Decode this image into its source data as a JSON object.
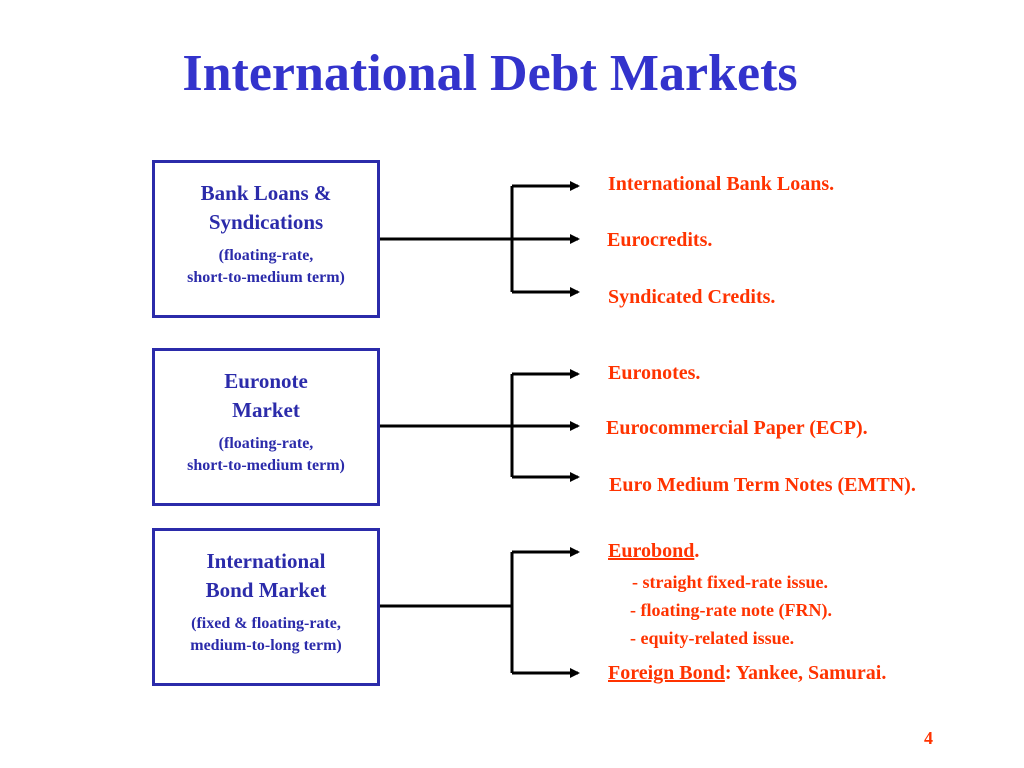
{
  "title": "International Debt Markets",
  "colors": {
    "title": "#3333cc",
    "box": "#2b2baa",
    "item": "#ff3300",
    "line": "#000000"
  },
  "groups": [
    {
      "heading_line1": "Bank Loans &",
      "heading_line2": "Syndications",
      "note_line1": "(floating-rate,",
      "note_line2": "short-to-medium term)",
      "items": [
        "International Bank Loans.",
        "Eurocredits.",
        "Syndicated Credits."
      ]
    },
    {
      "heading_line1": "Euronote",
      "heading_line2": "Market",
      "note_line1": "(floating-rate,",
      "note_line2": "short-to-medium term)",
      "items": [
        "Euronotes.",
        "Eurocommercial Paper (ECP).",
        "Euro Medium Term Notes (EMTN)."
      ]
    },
    {
      "heading_line1": "International",
      "heading_line2": "Bond Market",
      "note_line1": "(fixed & floating-rate,",
      "note_line2": "medium-to-long term)",
      "eurobond_label": "Eurobond",
      "eurobond_suffix": ".",
      "eurobond_bullets": [
        "- straight fixed-rate issue.",
        "-  floating-rate note (FRN).",
        "-  equity-related issue."
      ],
      "foreign_bond_label": "Foreign Bond",
      "foreign_bond_suffix": ": Yankee, Samurai."
    }
  ],
  "page_number": "4"
}
